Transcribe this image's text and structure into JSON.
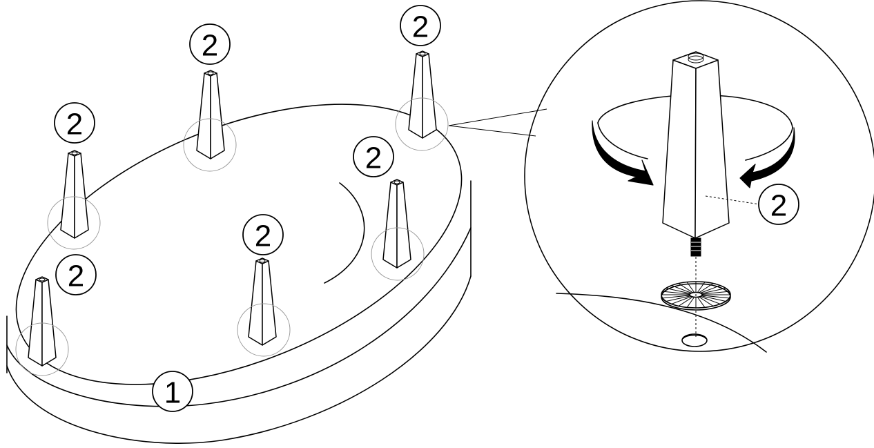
{
  "callouts": {
    "top_left_leg": "2",
    "top_middle_leg": "2",
    "top_right_leg": "2",
    "right_leg": "2",
    "center_leg": "2",
    "front_left_leg": "2",
    "detail_leg": "2",
    "table_top": "1"
  },
  "colors": {
    "line": "#000000",
    "guide": "#9a9a9a",
    "background": "#ffffff"
  },
  "icons": {
    "rotation": "rotate-clockwise-arrow-icon"
  }
}
